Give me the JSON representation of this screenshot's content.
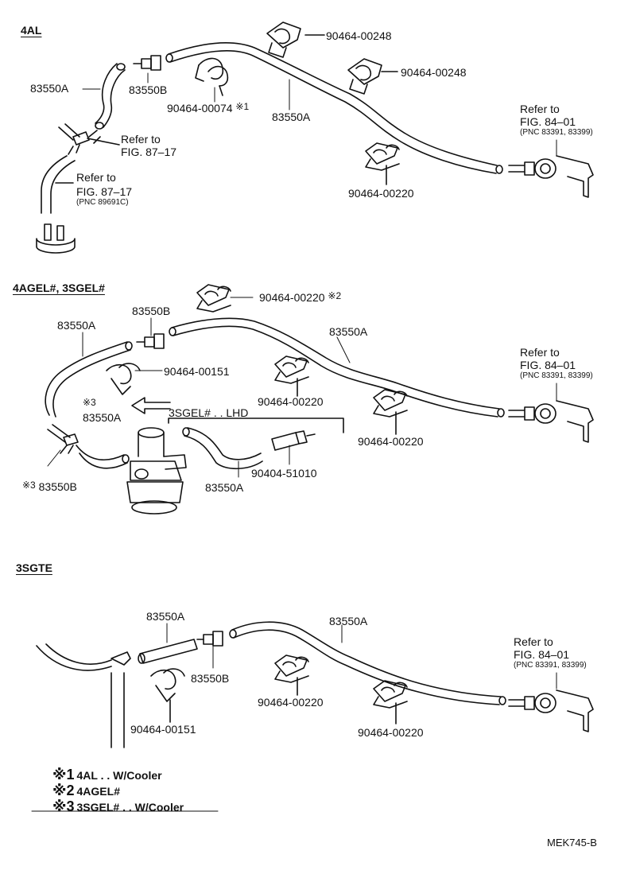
{
  "sections": {
    "s1": "4AL",
    "s2": "4AGEL#, 3SGEL#",
    "s3": "3SGTE",
    "lhd": "3SGEL# . . LHD"
  },
  "parts": {
    "hose": "83550A",
    "joint": "83550B",
    "clamp248": "90464-00248",
    "clamp074": "90464-00074",
    "clamp220": "90464-00220",
    "clamp151": "90464-00151",
    "union": "90404-51010"
  },
  "marks": {
    "m1": "※1",
    "m2": "※2",
    "m3": "※3"
  },
  "refs": {
    "refer_to": "Refer to",
    "fig8401": "FIG. 84–01",
    "pnc8401": "(PNC 83391, 83399)",
    "fig8717": "FIG. 87–17",
    "pnc8717": "(PNC 89691C)"
  },
  "notes": [
    {
      "mark": "※1",
      "text": "4AL . . W/Cooler"
    },
    {
      "mark": "※2",
      "text": "4AGEL#"
    },
    {
      "mark": "※3",
      "text": "3SGEL#  . . W/Cooler"
    }
  ],
  "code": "MEK745-B",
  "colors": {
    "ink": "#111111",
    "paper": "#ffffff"
  }
}
